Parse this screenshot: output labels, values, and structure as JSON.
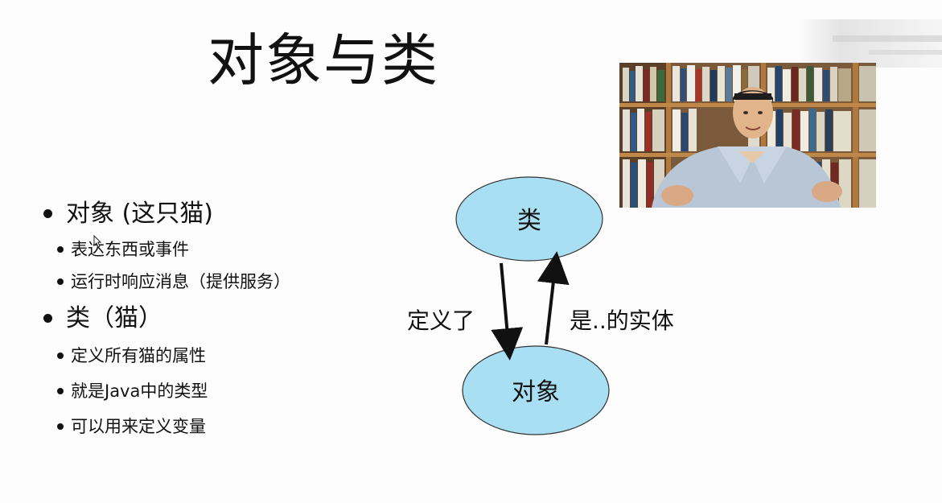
{
  "slide": {
    "title": "对象与类",
    "bullets": [
      {
        "text": "对象  (这只猫)",
        "sub": [
          "表达东西或事件",
          "运行时响应消息（提供服务）"
        ]
      },
      {
        "text": "类（猫）",
        "sub": [
          "定义所有猫的属性",
          "就是Java中的类型",
          "可以用来定义变量"
        ]
      }
    ]
  },
  "diagram": {
    "top_node": "类",
    "bottom_node": "对象",
    "left_label": "定义了",
    "right_label": "是..的实体",
    "node_fill": "#a9dff3",
    "node_stroke": "#333333"
  }
}
